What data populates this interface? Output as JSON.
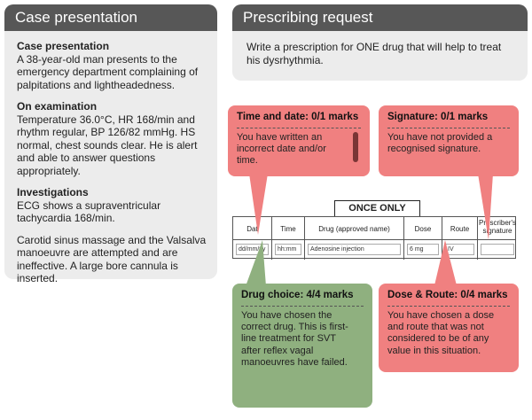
{
  "left": {
    "header": "Case presentation",
    "sections": [
      {
        "heading": "Case presentation",
        "text": "A 38-year-old man presents to the emergency department complaining of palpitations and lightheadedness."
      },
      {
        "heading": "On examination",
        "text": "Temperature 36.0°C, HR 168/min and rhythm regular, BP 126/82 mmHg. HS normal, chest sounds clear. He is alert and able to answer questions appropriately."
      },
      {
        "heading": "Investigations",
        "text": "ECG shows a supraventricular tachycardia 168/min."
      },
      {
        "heading": "",
        "text": "Carotid sinus massage and the Valsalva manoeuvre are attempted and are ineffective. A large bore cannula is inserted."
      }
    ]
  },
  "right": {
    "header": "Prescribing request",
    "text": "Write a prescription for ONE drug that will help to treat his dysrhythmia."
  },
  "form": {
    "once_only": "ONCE ONLY",
    "columns": [
      {
        "label": "Dat",
        "value": "dd/mm/yy"
      },
      {
        "label": "Time",
        "value": "hh:mm"
      },
      {
        "label": "Drug (approved name)",
        "value": "Adenosine injection"
      },
      {
        "label": "Dose",
        "value": "6 mg"
      },
      {
        "label": "Route",
        "value": "IV"
      },
      {
        "label": "Prescriber's signature",
        "value": ""
      }
    ]
  },
  "feedback": {
    "time_date": {
      "title": "Time and date: 0/1 marks",
      "text": "You have written an incorrect date and/or time.",
      "color": "#f08080"
    },
    "signature": {
      "title": "Signature: 0/1 marks",
      "text": "You have not provided a recognised signature.",
      "color": "#f08080"
    },
    "drug": {
      "title": "Drug choice: 4/4 marks",
      "text": "You have chosen the correct drug. This is first-line treatment for SVT after reflex vagal manoeuvres have failed.",
      "color": "#8fb07f"
    },
    "dose_route": {
      "title": "Dose & Route: 0/4 marks",
      "text": "You have chosen a dose and route that was not considered to be of any value in this situation.",
      "color": "#f08080"
    }
  }
}
